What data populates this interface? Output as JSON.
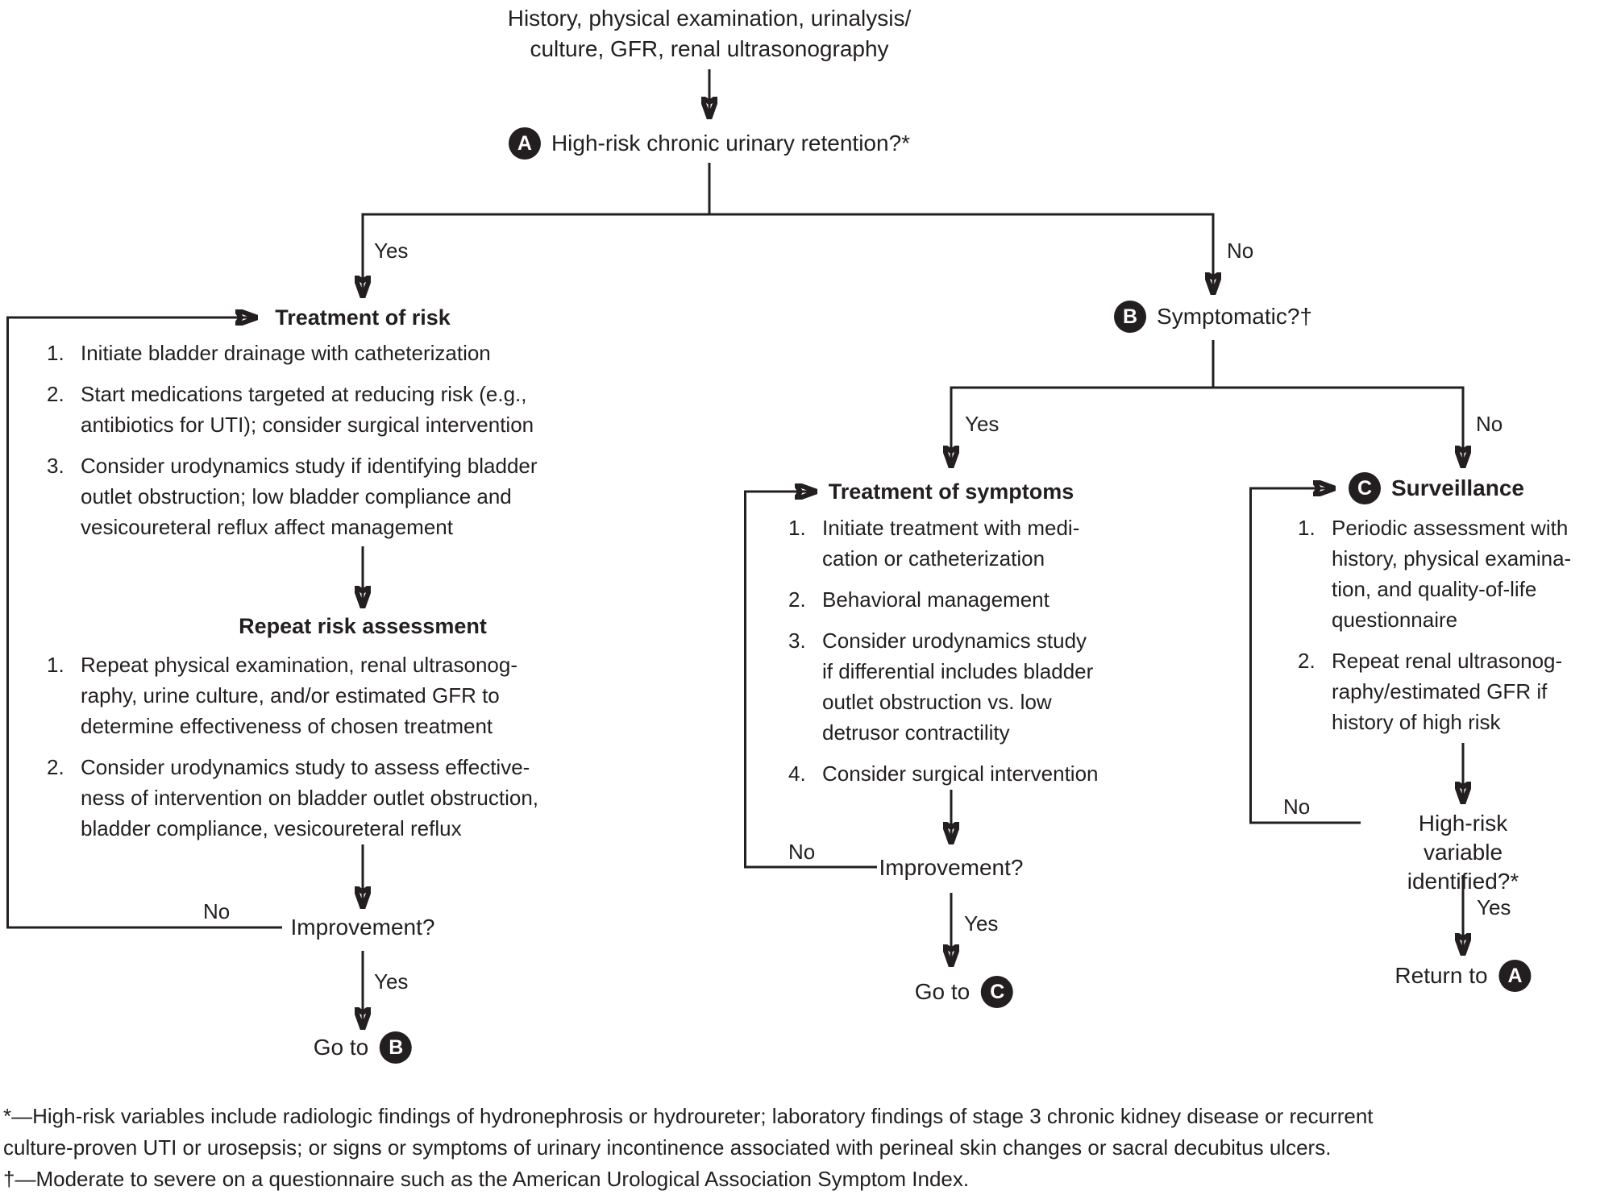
{
  "labels": {
    "yes": "Yes",
    "no": "No"
  },
  "colors": {
    "ink": "#231f20",
    "background": "#ffffff"
  },
  "top_entry": {
    "text": "History, physical examination, urinalysis/\nculture, GFR, renal ultrasonography"
  },
  "node_a": {
    "badge": "A",
    "label": "High-risk chronic urinary retention?*"
  },
  "node_b": {
    "badge": "B",
    "label": "Symptomatic?†"
  },
  "left": {
    "treatment": {
      "title": "Treatment of risk",
      "items": [
        {
          "num": "1.",
          "text": "Initiate bladder drainage with catheterization"
        },
        {
          "num": "2.",
          "text": "Start medications targeted at reducing risk (e.g.,\nantibiotics for UTI); consider surgical intervention"
        },
        {
          "num": "3.",
          "text": "Consider urodynamics study if identifying bladder\noutlet obstruction; low bladder compliance and\nvesicoureteral reflux affect management"
        }
      ]
    },
    "repeat": {
      "title": "Repeat risk assessment",
      "items": [
        {
          "num": "1.",
          "text": "Repeat physical examination, renal ultrasonog-\nraphy, urine culture, and/or estimated GFR to\ndetermine effectiveness of chosen treatment"
        },
        {
          "num": "2.",
          "text": "Consider urodynamics study to assess effective-\nness of intervention on bladder outlet obstruction,\nbladder compliance, vesicoureteral reflux"
        }
      ]
    },
    "improvement": "Improvement?",
    "goto": {
      "text": "Go to",
      "badge": "B"
    }
  },
  "middle": {
    "treatment": {
      "title": "Treatment of symptoms",
      "items": [
        {
          "num": "1.",
          "text": "Initiate treatment with medi-\ncation or catheterization"
        },
        {
          "num": "2.",
          "text": "Behavioral management"
        },
        {
          "num": "3.",
          "text": "Consider urodynamics study\nif differential includes bladder\noutlet obstruction vs. low\ndetrusor contractility"
        },
        {
          "num": "4.",
          "text": "Consider surgical intervention"
        }
      ]
    },
    "improvement": "Improvement?",
    "goto": {
      "text": "Go to",
      "badge": "C"
    }
  },
  "right": {
    "surveillance": {
      "badge": "C",
      "title": "Surveillance",
      "items": [
        {
          "num": "1.",
          "text": "Periodic assessment with\nhistory, physical examina-\ntion, and quality-of-life\nquestionnaire"
        },
        {
          "num": "2.",
          "text": "Repeat renal ultrasonog-\nraphy/estimated GFR if\nhistory of high risk"
        }
      ]
    },
    "question": "High-risk variable\nidentified?*",
    "return": {
      "text": "Return to",
      "badge": "A"
    }
  },
  "footnotes": [
    "*—High-risk variables include radiologic findings of hydronephrosis or hydroureter; laboratory findings of stage 3 chronic kidney disease or recurrent",
    "culture-proven UTI or urosepsis; or signs or symptoms of urinary incontinence associated with perineal skin changes or sacral decubitus ulcers.",
    "†—Moderate to severe on a questionnaire such as the American Urological Association Symptom Index."
  ]
}
